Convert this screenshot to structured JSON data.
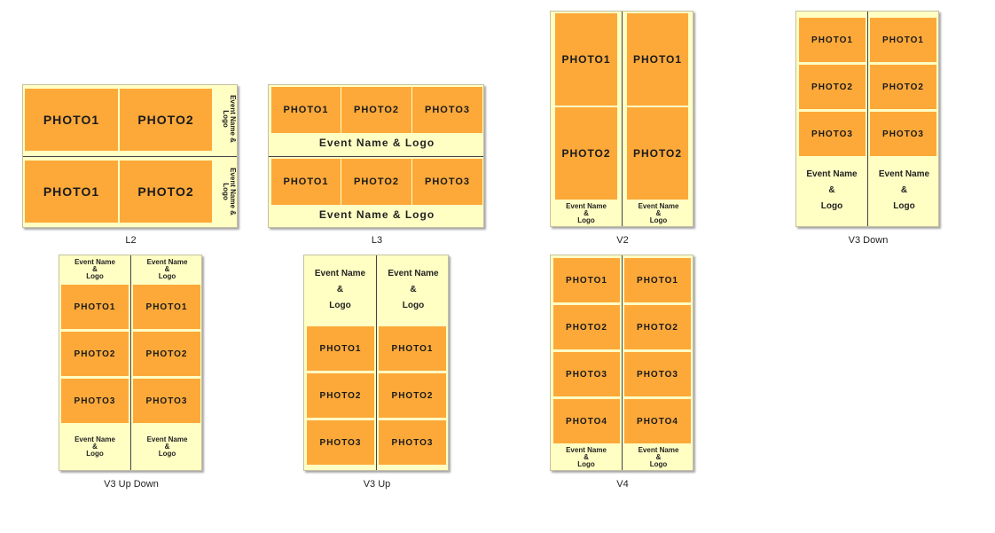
{
  "labels": {
    "photo1": "PHOTO1",
    "photo2": "PHOTO2",
    "photo3": "PHOTO3",
    "photo4": "PHOTO4",
    "event_line1": "Event Name",
    "event_amp": "&",
    "event_line2": "Logo",
    "event_full": "Event Name & Logo"
  },
  "layouts": {
    "l2": "L2",
    "l3": "L3",
    "v2": "V2",
    "v3_down": "V3 Down",
    "v3_up_down": "V3 Up Down",
    "v3_up": "V3 Up",
    "v4": "V4"
  },
  "colors": {
    "paper": "#ffffc4",
    "photo": "#fca93a",
    "divider": "#444444"
  }
}
